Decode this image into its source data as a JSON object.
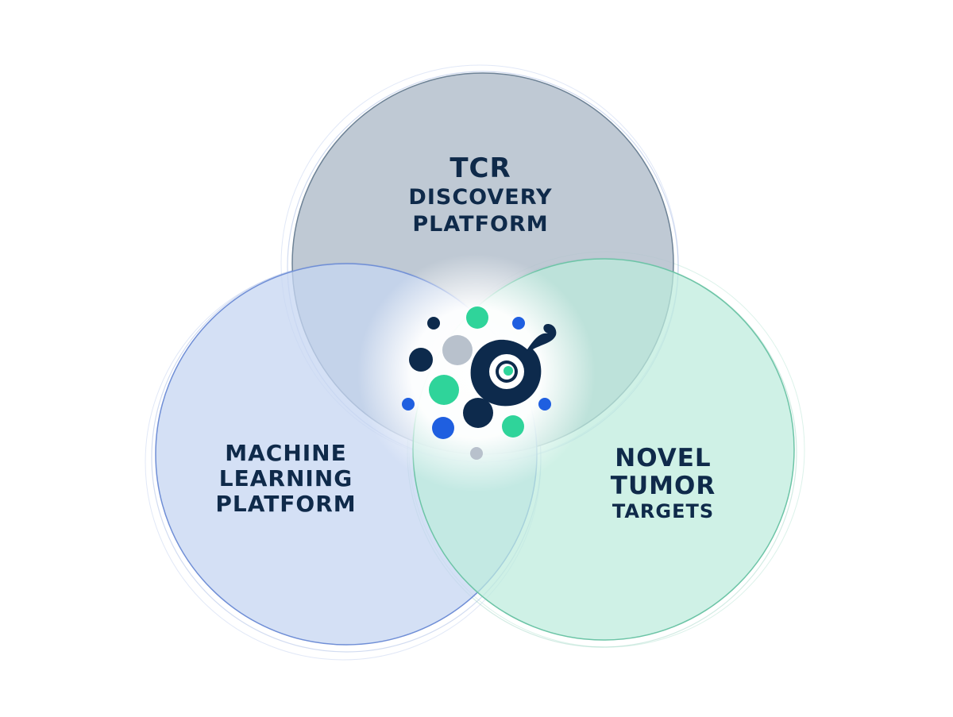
{
  "circles": [
    {
      "id": "tcr",
      "lines": [
        "TCR",
        "DISCOVERY",
        "PLATFORM"
      ],
      "fill": "#b4c0cd",
      "stroke": "#6d8296"
    },
    {
      "id": "ml",
      "lines": [
        "MACHINE",
        "LEARNING",
        "PLATFORM"
      ],
      "fill": "#c6d5f2",
      "stroke": "#6f8ed6"
    },
    {
      "id": "nt",
      "lines": [
        "NOVEL",
        "TUMOR",
        "TARGETS"
      ],
      "fill": "#bcebdc",
      "stroke": "#6cc4a6"
    }
  ],
  "logo": {
    "icon": "molecule-cluster-logo",
    "colors": {
      "navy": "#0d2a4c",
      "green": "#2fd49a",
      "blue": "#1f5fe0",
      "grey": "#b8c1cc"
    }
  },
  "text_color": "#0f2a4a"
}
